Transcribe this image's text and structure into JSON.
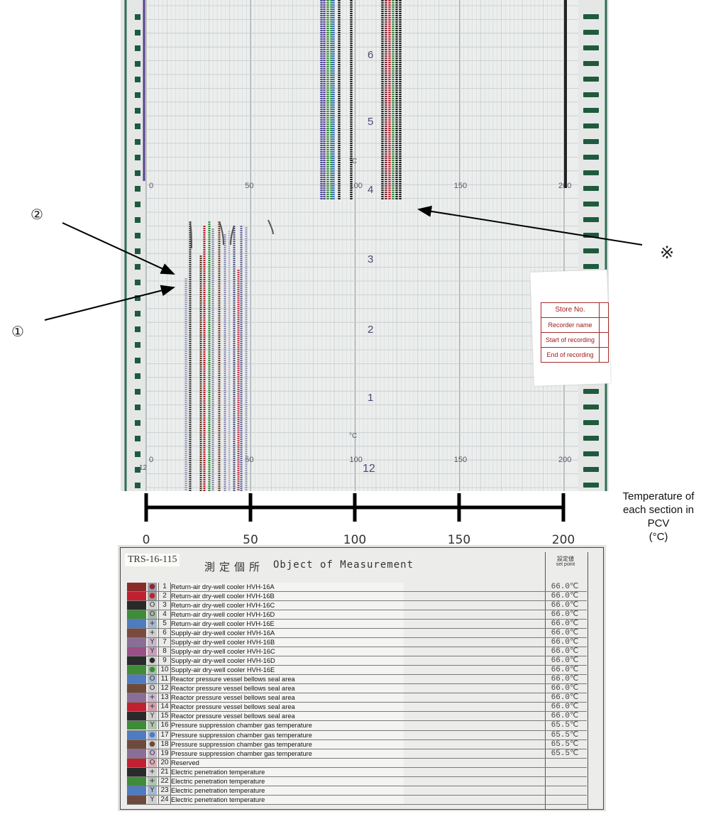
{
  "chart_scale": {
    "upper_ticks": [
      "0",
      "50",
      "100",
      "150",
      "200"
    ],
    "lower_ticks": [
      "0",
      "50",
      "100",
      "150",
      "200"
    ],
    "unit": "°C",
    "row_numbers": [
      "6",
      "5",
      "4",
      "3",
      "2",
      "1"
    ],
    "bottom_hour": "12"
  },
  "annotations": {
    "marker_1": "①",
    "marker_2": "②",
    "marker_note": "※"
  },
  "store_card": {
    "rows": [
      "Store No.",
      "Recorder name",
      "Start of recording",
      "End of recording"
    ]
  },
  "axis": {
    "ticks": [
      "0",
      "50",
      "100",
      "150",
      "200"
    ],
    "label_line1": "Temperature of",
    "label_line2": "each section in",
    "label_line3": "PCV",
    "label_line4": "(°C)"
  },
  "legend": {
    "code": "TRS-16-115",
    "heading_jp": "測定個所",
    "heading_en": "Object of Measurement",
    "setpoint_jp": "設定値",
    "setpoint_en": "set point",
    "rows": [
      {
        "n": "1",
        "mark": "●",
        "color": "#8a2b2b",
        "mark_bg": "#9c9caa",
        "desc": "Return-air dry-well cooler HVH-16A",
        "set": "66.0℃"
      },
      {
        "n": "2",
        "mark": "●",
        "color": "#c02030",
        "mark_bg": "#9c9c9c",
        "desc": "Return-air dry-well cooler HVH-16B",
        "set": "66.0℃"
      },
      {
        "n": "3",
        "mark": "O",
        "color": "#2a2a2a",
        "mark_bg": "#d0d0d0",
        "desc": "Return-air dry-well cooler HVH-16C",
        "set": "66.0℃"
      },
      {
        "n": "4",
        "mark": "O",
        "color": "#3e8c3a",
        "mark_bg": "#a8b8a8",
        "desc": "Return-air dry-well cooler HVH-16D",
        "set": "66.0℃"
      },
      {
        "n": "5",
        "mark": "+",
        "color": "#4f7bc0",
        "mark_bg": "#a8b8cc",
        "desc": "Return-air dry-well cooler HVH-16E",
        "set": "66.0℃"
      },
      {
        "n": "6",
        "mark": "+",
        "color": "#7a4a3c",
        "mark_bg": "#cfcfcf",
        "desc": "Supply-air dry-well cooler HVH-16A",
        "set": "66.0℃"
      },
      {
        "n": "7",
        "mark": "Y",
        "color": "#8a6e98",
        "mark_bg": "#c8b8cc",
        "desc": "Supply-air dry-well cooler HVH-16B",
        "set": "66.0℃"
      },
      {
        "n": "8",
        "mark": "Y",
        "color": "#9a4f88",
        "mark_bg": "#c9a0b8",
        "desc": "Supply-air dry-well cooler HVH-16C",
        "set": "66.0℃"
      },
      {
        "n": "9",
        "mark": "●",
        "color": "#2a2a2a",
        "mark_bg": "#cfcfcf",
        "desc": "Supply-air dry-well cooler HVH-16D",
        "set": "66.0℃"
      },
      {
        "n": "10",
        "mark": "●",
        "color": "#3e8c3a",
        "mark_bg": "#a8c0a8",
        "desc": "Supply-air dry-well cooler HVH-16E",
        "set": "66.0℃"
      },
      {
        "n": "11",
        "mark": "O",
        "color": "#4f7bc0",
        "mark_bg": "#a8b8d0",
        "desc": "Reactor pressure vessel bellows seal area",
        "set": "66.0℃"
      },
      {
        "n": "12",
        "mark": "O",
        "color": "#6e4a3c",
        "mark_bg": "#cfcfcf",
        "desc": "Reactor pressure vessel bellows seal area",
        "set": "66.0℃"
      },
      {
        "n": "13",
        "mark": "+",
        "color": "#8a6e98",
        "mark_bg": "#c8b8cc",
        "desc": "Reactor pressure vessel bellows seal area",
        "set": "66.0℃"
      },
      {
        "n": "14",
        "mark": "+",
        "color": "#c02030",
        "mark_bg": "#d0a0a8",
        "desc": "Reactor pressure vessel bellows seal area",
        "set": "66.0℃"
      },
      {
        "n": "15",
        "mark": "Y",
        "color": "#2a2a2a",
        "mark_bg": "#cfcfcf",
        "desc": "Reactor pressure vessel bellows seal area",
        "set": "66.0℃"
      },
      {
        "n": "16",
        "mark": "Y",
        "color": "#3e8c3a",
        "mark_bg": "#b0c4b0",
        "desc": "Pressure suppression chamber gas temperature",
        "set": "65.5℃"
      },
      {
        "n": "17",
        "mark": "●",
        "color": "#4f7bc0",
        "mark_bg": "#a8b8d0",
        "desc": "Pressure suppression chamber gas temperature",
        "set": "65.5℃"
      },
      {
        "n": "18",
        "mark": "●",
        "color": "#6e4a3c",
        "mark_bg": "#cfcfcf",
        "desc": "Pressure suppression chamber gas temperature",
        "set": "65.5℃"
      },
      {
        "n": "19",
        "mark": "O",
        "color": "#8a6e98",
        "mark_bg": "#c8b8cc",
        "desc": "Pressure suppression chamber gas temperature",
        "set": "65.5℃"
      },
      {
        "n": "20",
        "mark": "O",
        "color": "#c02030",
        "mark_bg": "#d8b0b8",
        "desc": "Reserved",
        "set": ""
      },
      {
        "n": "21",
        "mark": "+",
        "color": "#2a2a2a",
        "mark_bg": "#cfcfcf",
        "desc": "Electric penetration temperature",
        "set": ""
      },
      {
        "n": "22",
        "mark": "+",
        "color": "#3e8c3a",
        "mark_bg": "#b0c4b0",
        "desc": "Electric penetration temperature",
        "set": ""
      },
      {
        "n": "23",
        "mark": "Y",
        "color": "#4f7bc0",
        "mark_bg": "#a8b8d0",
        "desc": "Electric penetration temperature",
        "set": ""
      },
      {
        "n": "24",
        "mark": "Y",
        "color": "#6e4a3c",
        "mark_bg": "#cfcfcf",
        "desc": "Electric penetration temperature",
        "set": ""
      }
    ]
  }
}
